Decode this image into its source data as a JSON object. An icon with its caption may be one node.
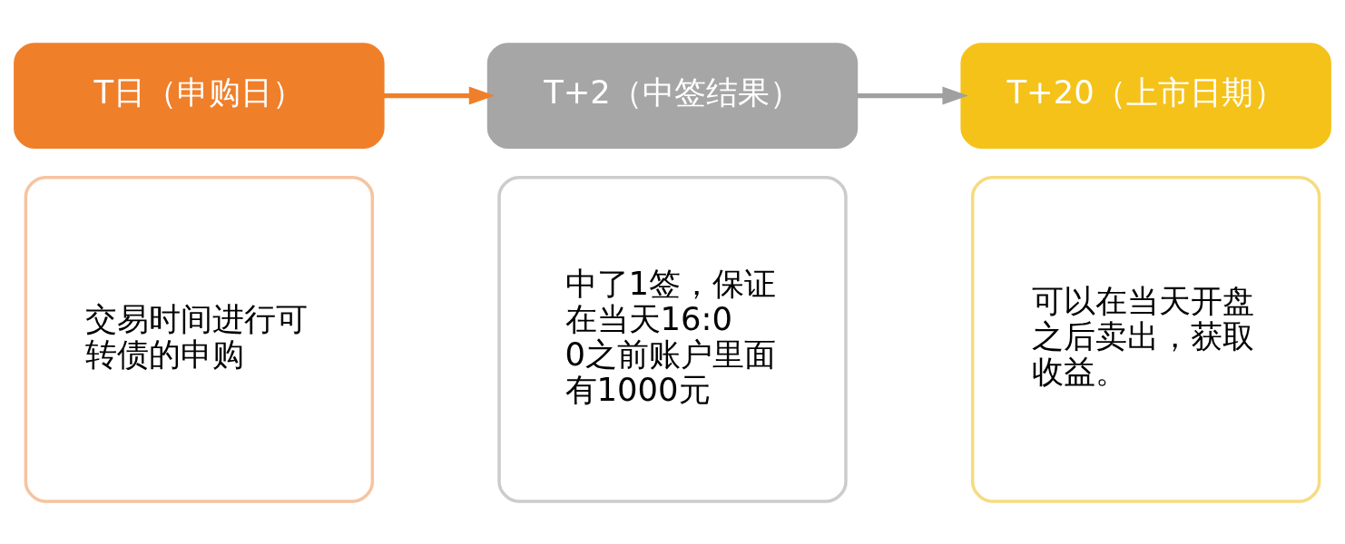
{
  "diagram": {
    "nodes": [
      {
        "text": [
          "T日（申购日）"
        ]
      },
      {
        "text": [
          "交易时间进行可转债的申购"
        ]
      },
      {
        "text": [
          "T+2（中签结果）"
        ]
      },
      {
        "text": [
          "中了1签，保证在当天16:00之前账户里面有1000元"
        ]
      },
      {
        "text": [
          "T+20（上市日期）"
        ]
      },
      {
        "text": [
          "可以在当天开盘之后卖出，获取收益。"
        ]
      }
    ],
    "edges": [
      {
        "from": 0,
        "to": 2,
        "arrow": "to",
        "color": "#f07f2a"
      },
      {
        "from": 2,
        "to": 4,
        "arrow": "to",
        "color": "#a0a0a0"
      }
    ]
  }
}
